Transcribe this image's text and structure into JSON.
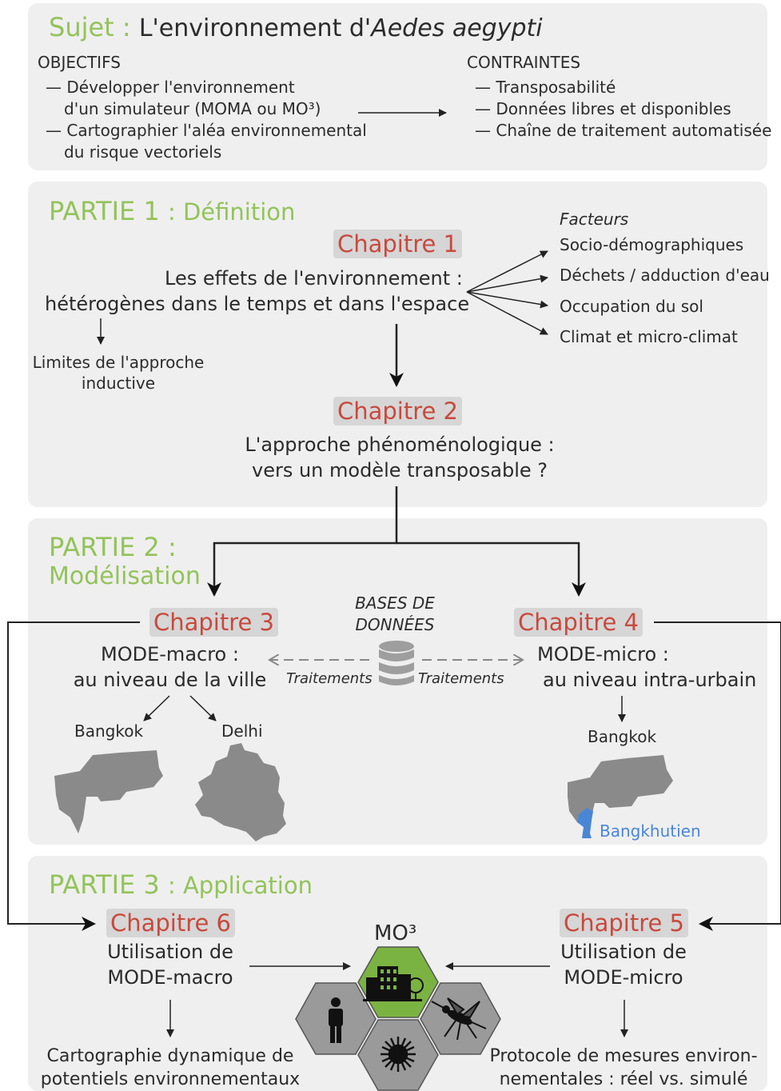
{
  "sujet": {
    "prefix": "Sujet :",
    "title_plain": "L'environnement d'",
    "title_italic": "Aedes aegypti",
    "objectifs": {
      "heading": "OBJECTIFS",
      "items": [
        "— Développer l'environnement",
        "d'un simulateur (MOMA ou MO³)",
        "— Cartographier l'aléa environnemental",
        "du risque vectoriels"
      ]
    },
    "contraintes": {
      "heading": "CONTRAINTES",
      "items": [
        "— Transposabilité",
        "— Données libres et disponibles",
        "— Chaîne de traitement automatisée"
      ]
    }
  },
  "partie1": {
    "label": "PARTIE 1",
    "subtitle": ": Définition",
    "chapitre1": "Chapitre 1",
    "chap1_text": [
      "Les effets de l'environnement :",
      "hétérogènes dans le temps et dans l'espace"
    ],
    "limites": [
      "Limites de l'approche",
      "inductive"
    ],
    "facteurs_heading": "Facteurs",
    "facteurs": [
      "Socio-démographiques",
      "Déchets / adduction d'eau",
      "Occupation du sol",
      "Climat et micro-climat"
    ],
    "chapitre2": "Chapitre 2",
    "chap2_text": [
      "L'approche phénoménologique :",
      "vers un modèle transposable ?"
    ]
  },
  "partie2": {
    "label": "PARTIE 2 :",
    "subtitle": "Modélisation",
    "chapitre3": "Chapitre 3",
    "chap3_text": [
      "MODE-macro :",
      "au niveau de la ville"
    ],
    "chapitre4": "Chapitre 4",
    "chap4_text": [
      "MODE-micro :",
      "au niveau intra-urbain"
    ],
    "bases": [
      "BASES DE",
      "DONNÉES"
    ],
    "traitements_left": "Traitements",
    "traitements_right": "Traitements",
    "city_bangkok": "Bangkok",
    "city_delhi": "Delhi",
    "city_bangkok2": "Bangkok",
    "district": "Bangkhutien"
  },
  "partie3": {
    "label": "PARTIE 3",
    "subtitle": ": Application",
    "chapitre6": "Chapitre 6",
    "chap6_text": [
      "Utilisation de",
      "MODE-macro"
    ],
    "chap6_result": [
      "Cartographie dynamique de",
      "potentiels environnementaux"
    ],
    "chapitre5": "Chapitre 5",
    "chap5_text": [
      "Utilisation de",
      "MODE-micro"
    ],
    "chap5_result": [
      "Protocole de mesures environ-",
      "nementales : réel vs. simulé"
    ],
    "mo3": "MO³"
  },
  "colors": {
    "panel": "#efefef",
    "green_title": "#93c35a",
    "chapter_text": "#c8493d",
    "chapter_bg": "#d6d6d6",
    "map_gray": "#8a8a8a",
    "district_blue": "#4a86d6",
    "hex_green": "#7bb342",
    "hex_gray": "#9a9a9a"
  },
  "icons": [
    "building-icon",
    "person-icon",
    "mosquito-icon",
    "virus-icon",
    "database-icon"
  ]
}
